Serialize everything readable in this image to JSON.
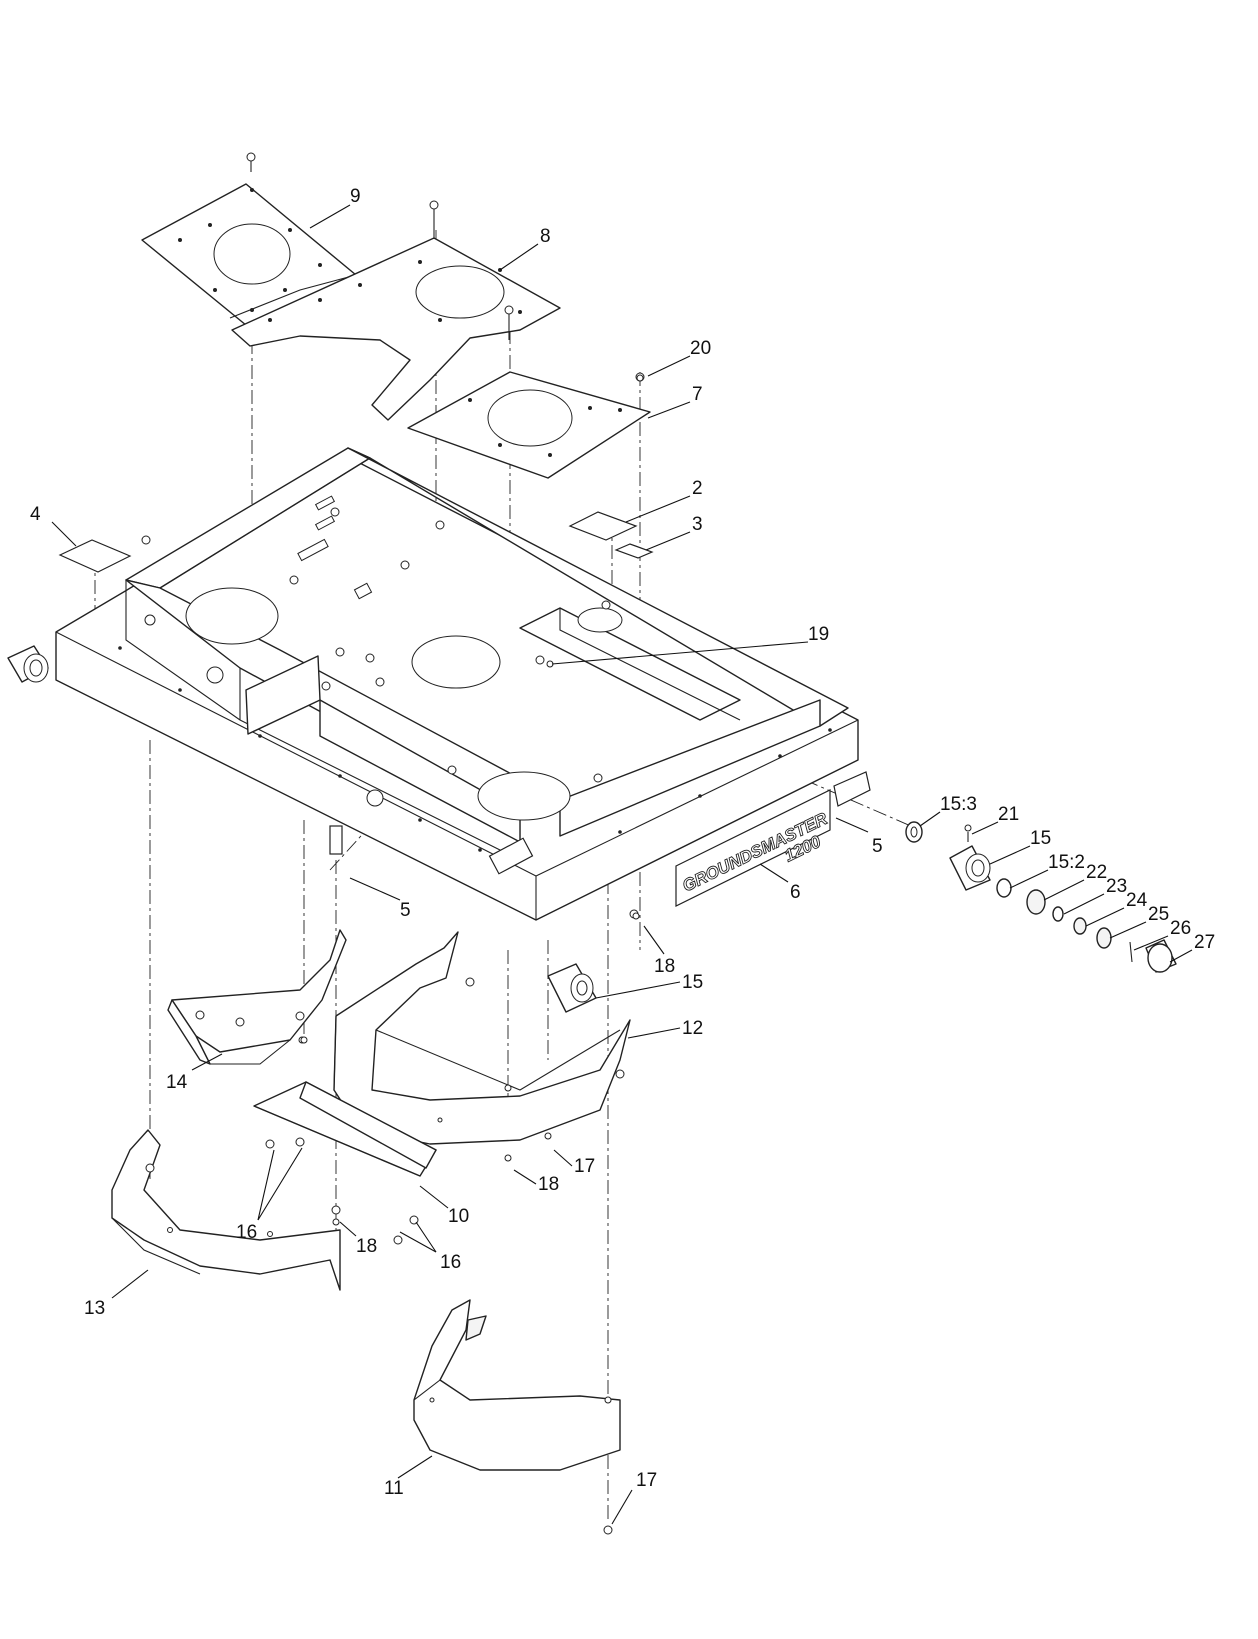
{
  "diagram": {
    "brand_decal_text": "GROUNDSMASTER",
    "brand_decal_model": "1200",
    "callouts": [
      {
        "id": "c9",
        "label": "9"
      },
      {
        "id": "c8",
        "label": "8"
      },
      {
        "id": "c20",
        "label": "20"
      },
      {
        "id": "c7",
        "label": "7"
      },
      {
        "id": "c4",
        "label": "4"
      },
      {
        "id": "c2",
        "label": "2"
      },
      {
        "id": "c3",
        "label": "3"
      },
      {
        "id": "c19",
        "label": "19"
      },
      {
        "id": "c15_3",
        "label": "15:3"
      },
      {
        "id": "c21",
        "label": "21"
      },
      {
        "id": "c15a",
        "label": "15"
      },
      {
        "id": "c5a",
        "label": "5"
      },
      {
        "id": "c15_2",
        "label": "15:2"
      },
      {
        "id": "c22",
        "label": "22"
      },
      {
        "id": "c23",
        "label": "23"
      },
      {
        "id": "c24",
        "label": "24"
      },
      {
        "id": "c25",
        "label": "25"
      },
      {
        "id": "c26",
        "label": "26"
      },
      {
        "id": "c27",
        "label": "27"
      },
      {
        "id": "c6",
        "label": "6"
      },
      {
        "id": "c5b",
        "label": "5"
      },
      {
        "id": "c18a",
        "label": "18"
      },
      {
        "id": "c15b",
        "label": "15"
      },
      {
        "id": "c12",
        "label": "12"
      },
      {
        "id": "c14",
        "label": "14"
      },
      {
        "id": "c17a",
        "label": "17"
      },
      {
        "id": "c18b",
        "label": "18"
      },
      {
        "id": "c10",
        "label": "10"
      },
      {
        "id": "c16a",
        "label": "16"
      },
      {
        "id": "c18c",
        "label": "18"
      },
      {
        "id": "c16b",
        "label": "16"
      },
      {
        "id": "c13",
        "label": "13"
      },
      {
        "id": "c11",
        "label": "11"
      },
      {
        "id": "c17b",
        "label": "17"
      }
    ]
  }
}
